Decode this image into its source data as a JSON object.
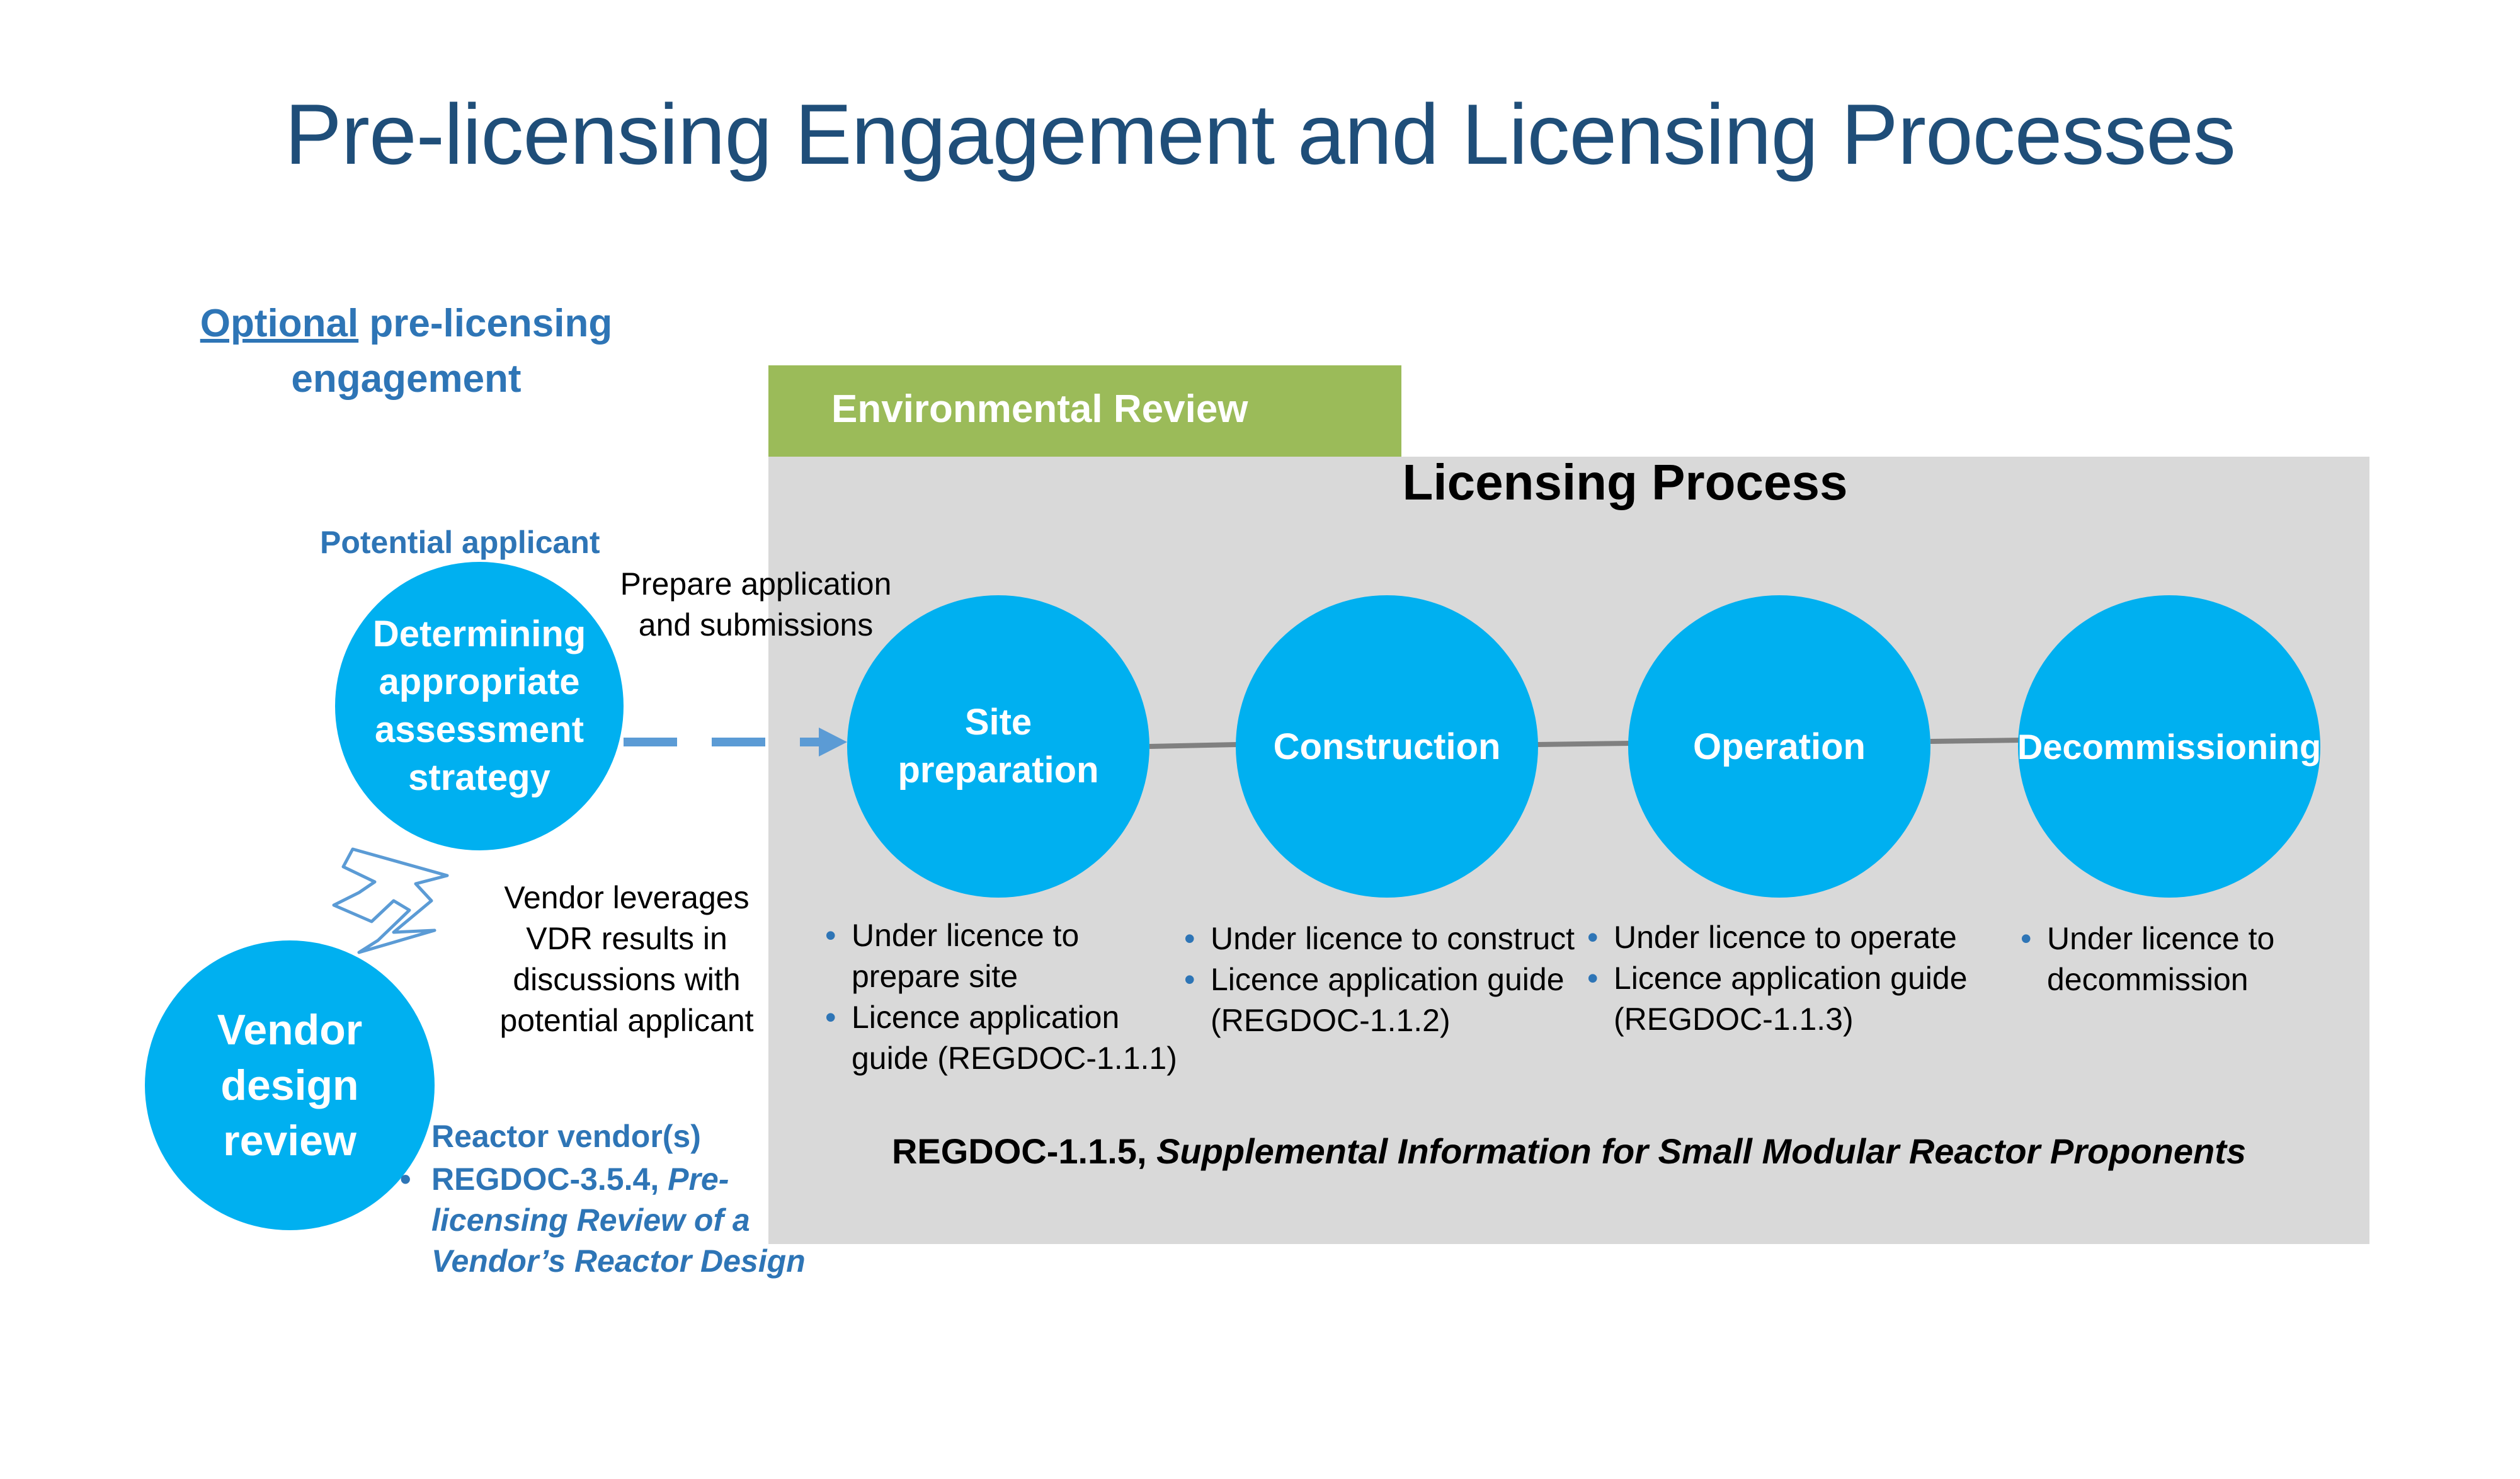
{
  "title": "Pre-licensing Engagement and Licensing Processes",
  "optional_heading": {
    "underlined": "Optional",
    "rest": " pre-licensing engagement"
  },
  "environmental_review": "Environmental Review",
  "licensing_process": "Licensing Process",
  "potential_applicant": {
    "label": "Potential applicant",
    "circle_lines": [
      "Determining",
      "appropriate",
      "assessment",
      "strategy"
    ]
  },
  "prepare_note": [
    "Prepare application",
    "and submissions"
  ],
  "vendor_note": [
    "Vendor leverages",
    "VDR results in",
    "discussions with",
    "potential applicant"
  ],
  "vendor_design_review": {
    "circle_lines": [
      "Vendor",
      "design",
      "review"
    ],
    "label": "Reactor vendor(s)",
    "bullet_prefix": "REGDOC-3.5.4, ",
    "bullet_lines": [
      "Pre-",
      "licensing Review of a",
      "Vendor’s Reactor Design"
    ]
  },
  "stages": [
    {
      "name_lines": [
        "Site",
        "preparation"
      ],
      "bullets": [
        [
          "Under licence to",
          "prepare site"
        ],
        [
          "Licence application",
          "guide (REGDOC-1.1.1)"
        ]
      ]
    },
    {
      "name_lines": [
        "Construction"
      ],
      "bullets": [
        [
          "Under licence to construct"
        ],
        [
          "Licence application guide",
          "(REGDOC-1.1.2)"
        ]
      ]
    },
    {
      "name_lines": [
        "Operation"
      ],
      "bullets": [
        [
          "Under licence to operate"
        ],
        [
          "Licence application guide",
          "(REGDOC-1.1.3)"
        ]
      ]
    },
    {
      "name_lines": [
        "Decommissioning"
      ],
      "bullets": [
        [
          "Under licence to",
          "decommission"
        ]
      ]
    }
  ],
  "regdoc": {
    "code": "REGDOC-1.1.5, ",
    "title": "Supplemental Information for Small Modular Reactor Proponents"
  },
  "colors": {
    "title": "#1f4e79",
    "circle": "#00b0f0",
    "environmental_bar": "#9bbb59",
    "licensing_box": "#d9d9d9",
    "accent_blue": "#2e75b6",
    "dashed_arrow": "#5b9bd5",
    "connector": "#808080"
  }
}
